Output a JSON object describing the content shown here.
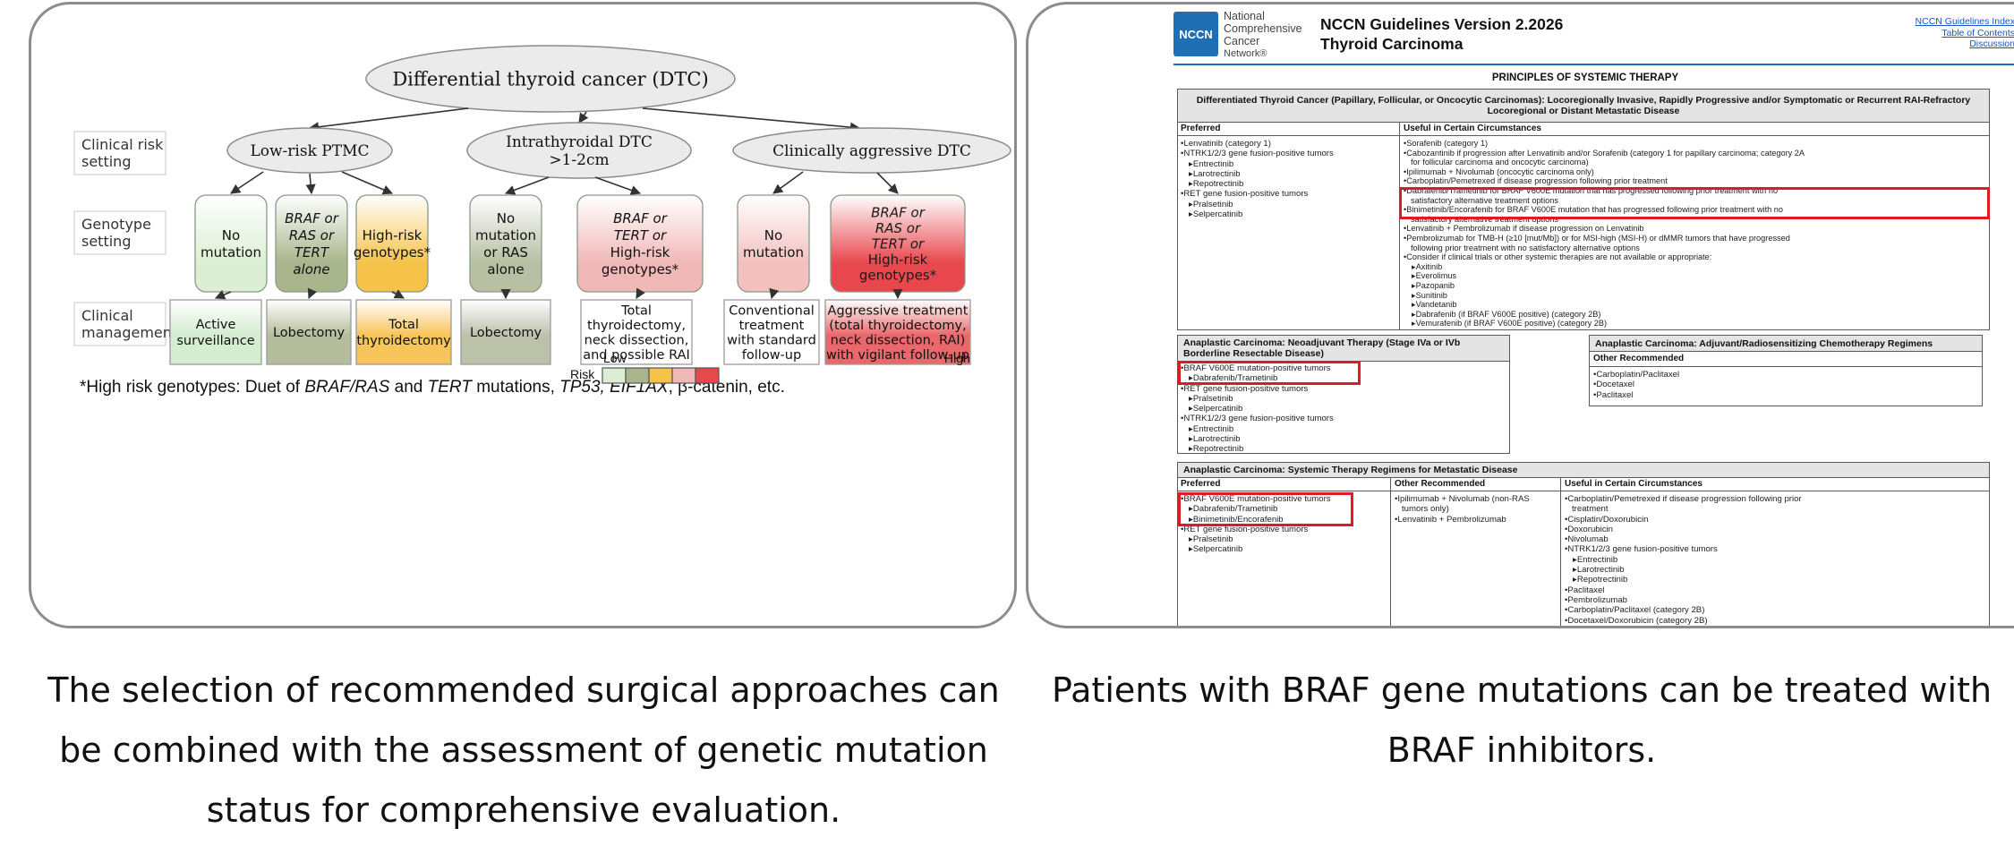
{
  "flowchart": {
    "root": "Differential thyroid cancer (DTC)",
    "row_labels": {
      "clinical_risk": [
        "Clinical risk",
        "setting"
      ],
      "genotype": [
        "Genotype",
        "setting"
      ],
      "management": [
        "Clinical",
        "management"
      ]
    },
    "risk_groups": [
      {
        "lines": [
          "Low-risk PTMC"
        ]
      },
      {
        "lines": [
          "Intrathyroidal DTC",
          ">1-2cm"
        ]
      },
      {
        "lines": [
          "Clinically aggressive DTC"
        ]
      }
    ],
    "genotypes": [
      {
        "lines": [
          "No",
          "mutation"
        ],
        "italic": [],
        "color": "#dcefd4"
      },
      {
        "lines": [
          "BRAF or",
          "RAS or",
          "TERT",
          "alone"
        ],
        "italic": [
          0,
          1,
          2,
          3
        ],
        "color": "#a9b58c"
      },
      {
        "lines": [
          "High-risk",
          "genotypes*"
        ],
        "italic": [],
        "color": "#f6c34a"
      },
      {
        "lines": [
          "No",
          "mutation",
          "or RAS",
          "alone"
        ],
        "italic": [],
        "color": "#b8bfa2"
      },
      {
        "lines": [
          "BRAF or",
          "TERT or",
          "High-risk",
          "genotypes*"
        ],
        "italic": [
          0,
          1
        ],
        "color": "#f1b8b8"
      },
      {
        "lines": [
          "No",
          "mutation"
        ],
        "italic": [],
        "color": "#f3c0c0"
      },
      {
        "lines": [
          "BRAF or",
          "RAS or",
          "TERT or",
          "High-risk",
          "genotypes*"
        ],
        "italic": [
          0,
          1,
          2
        ],
        "color": "#e8474d"
      }
    ],
    "managements": [
      {
        "lines": [
          "Active",
          "surveillance"
        ],
        "color": "#d4ecd0"
      },
      {
        "lines": [
          "Lobectomy"
        ],
        "color": "#b6bd9c"
      },
      {
        "lines": [
          "Total",
          "thyroidectomy"
        ],
        "color": "#f7c45a"
      },
      {
        "lines": [
          "Lobectomy"
        ],
        "color": "#bcc1aa"
      },
      {
        "lines": [
          "Total",
          "thyroidectomy,",
          "neck dissection,",
          "and possible RAI"
        ],
        "color": "#ffffff"
      },
      {
        "lines": [
          "Conventional",
          "treatment",
          "with standard",
          "follow-up"
        ],
        "color": "#ffffff"
      },
      {
        "lines": [
          "Aggressive treatment",
          "(total thyroidectomy,",
          "neck dissection, RAI)",
          "with vigilant follow-up"
        ],
        "color": "#e8686c"
      }
    ],
    "footnote_parts": [
      {
        "t": "*High risk genotypes: Duet of ",
        "i": false
      },
      {
        "t": "BRAF/RAS",
        "i": true
      },
      {
        "t": " and ",
        "i": false
      },
      {
        "t": "TERT",
        "i": true
      },
      {
        "t": " mutations, ",
        "i": false
      },
      {
        "t": "TP53, EIF1AX",
        "i": true
      },
      {
        "t": ", β-catenin, etc.",
        "i": false
      }
    ],
    "legend": {
      "low": "Low",
      "high": "High",
      "risk": "Risk",
      "colors": [
        "#dcefd4",
        "#a9b58c",
        "#f6c34a",
        "#f1b8b8",
        "#e8474d"
      ]
    }
  },
  "guideline": {
    "logo": "NCCN",
    "org_lines": [
      "National",
      "Comprehensive",
      "Cancer",
      "Network®"
    ],
    "title": "NCCN Guidelines Version 2.2026",
    "subtitle": "Thyroid Carcinoma",
    "links": [
      "NCCN Guidelines Index",
      "Table of Contents",
      "Discussion"
    ],
    "section_title": "PRINCIPLES OF SYSTEMIC THERAPY",
    "dtc_header": "Differentiated Thyroid Cancer (Papillary, Follicular, or Oncocytic Carcinomas): Locoregionally Invasive, Rapidly Progressive and/or Symptomatic or Recurrent RAI-Refractory Locoregional or Distant Metastatic Disease",
    "col_preferred": "Preferred",
    "col_useful": "Useful in Certain Circumstances",
    "col_other": "Other Recommended",
    "dtc_preferred": [
      {
        "t": "Lenvatinib (category 1)",
        "s": false
      },
      {
        "t": "NTRK1/2/3 gene fusion-positive tumors",
        "s": false
      },
      {
        "t": "Entrectinib",
        "s": true
      },
      {
        "t": "Larotrectinib",
        "s": true
      },
      {
        "t": "Repotrectinib",
        "s": true
      },
      {
        "t": "RET gene fusion-positive tumors",
        "s": false
      },
      {
        "t": "Pralsetinib",
        "s": true
      },
      {
        "t": "Selpercatinib",
        "s": true
      }
    ],
    "dtc_useful": [
      {
        "t": "Sorafenib (category 1)",
        "s": false
      },
      {
        "t": "Cabozantinib if progression after Lenvatinib and/or Sorafenib (category 1 for papillary carcinoma; category 2A",
        "s": false
      },
      {
        "t": "   for follicular carcinoma and oncocytic carcinoma)",
        "s": false
      },
      {
        "t": "Ipilimumab + Nivolumab (oncocytic carcinoma only)",
        "s": false
      },
      {
        "t": "Carboplatin/Pemetrexed if disease progression following prior treatment",
        "s": false
      },
      {
        "t": "Dabrafenib/Trametinib for BRAF V600E mutation that has progressed following prior treatment with no",
        "s": false
      },
      {
        "t": "   satisfactory alternative treatment options",
        "s": false
      },
      {
        "t": "Binimetinib/Encorafenib for BRAF V600E mutation that has progressed following prior treatment with no",
        "s": false
      },
      {
        "t": "   satisfactory alternative treatment options",
        "s": false
      },
      {
        "t": "Lenvatinib + Pembrolizumab if disease progression on Lenvatinib",
        "s": false
      },
      {
        "t": "Pembrolizumab for TMB-H (≥10 [mut/Mb]) or for MSI-high (MSI-H) or dMMR tumors that have progressed",
        "s": false
      },
      {
        "t": "   following prior treatment with no satisfactory alternative options",
        "s": false
      },
      {
        "t": "Consider if clinical trials or other systemic therapies are not available or appropriate:",
        "s": false
      },
      {
        "t": "Axitinib",
        "s": true
      },
      {
        "t": "Everolimus",
        "s": true
      },
      {
        "t": "Pazopanib",
        "s": true
      },
      {
        "t": "Sunitinib",
        "s": true
      },
      {
        "t": "Vandetanib",
        "s": true
      },
      {
        "t": "Dabrafenib (if BRAF V600E positive) (category 2B)",
        "s": true
      },
      {
        "t": "Vemurafenib (if BRAF V600E positive) (category 2B)",
        "s": true
      }
    ],
    "neo_header": "Anaplastic Carcinoma: Neoadjuvant Therapy (Stage IVa or IVb Borderline Resectable Disease)",
    "neo_items": [
      {
        "t": "BRAF V600E mutation-positive tumors",
        "s": false
      },
      {
        "t": "Dabrafenib/Trametinib",
        "s": true
      },
      {
        "t": "RET gene fusion-positive tumors",
        "s": false
      },
      {
        "t": "Pralsetinib",
        "s": true
      },
      {
        "t": "Selpercatinib",
        "s": true
      },
      {
        "t": "NTRK1/2/3 gene fusion-positive tumors",
        "s": false
      },
      {
        "t": "Entrectinib",
        "s": true
      },
      {
        "t": "Larotrectinib",
        "s": true
      },
      {
        "t": "Repotrectinib",
        "s": true
      }
    ],
    "adj_header": "Anaplastic Carcinoma: Adjuvant/Radiosensitizing Chemotherapy Regimens",
    "adj_items": [
      {
        "t": "Carboplatin/Paclitaxel",
        "s": false
      },
      {
        "t": "Docetaxel",
        "s": false
      },
      {
        "t": "Paclitaxel",
        "s": false
      }
    ],
    "met_header": "Anaplastic Carcinoma: Systemic Therapy Regimens for Metastatic Disease",
    "met_preferred": [
      {
        "t": "BRAF V600E mutation-positive tumors",
        "s": false
      },
      {
        "t": "Dabrafenib/Trametinib",
        "s": true
      },
      {
        "t": "Binimetinib/Encorafenib",
        "s": true
      },
      {
        "t": "RET gene fusion-positive tumors",
        "s": false
      },
      {
        "t": "Pralsetinib",
        "s": true
      },
      {
        "t": "Selpercatinib",
        "s": true
      }
    ],
    "met_other": [
      {
        "t": "Ipilimumab + Nivolumab (non-RAS",
        "s": false
      },
      {
        "t": "   tumors only)",
        "s": false
      },
      {
        "t": "Lenvatinib + Pembrolizumab",
        "s": false
      }
    ],
    "met_useful": [
      {
        "t": "Carboplatin/Pemetrexed if disease progression following prior",
        "s": false
      },
      {
        "t": "   treatment",
        "s": false
      },
      {
        "t": "Cisplatin/Doxorubicin",
        "s": false
      },
      {
        "t": "Doxorubicin",
        "s": false
      },
      {
        "t": "Nivolumab",
        "s": false
      },
      {
        "t": "NTRK1/2/3 gene fusion-positive tumors",
        "s": false
      },
      {
        "t": "Entrectinib",
        "s": true
      },
      {
        "t": "Larotrectinib",
        "s": true
      },
      {
        "t": "Repotrectinib",
        "s": true
      },
      {
        "t": "Paclitaxel",
        "s": false
      },
      {
        "t": "Pembrolizumab",
        "s": false
      },
      {
        "t": "Carboplatin/Paclitaxel (category 2B)",
        "s": false
      },
      {
        "t": "Docetaxel/Doxorubicin (category 2B)",
        "s": false
      }
    ]
  },
  "captions": {
    "left": "The selection of recommended surgical approaches can be combined with the assessment of genetic mutation status for comprehensive evaluation.",
    "right": "Patients with BRAF gene mutations can be treated with BRAF inhibitors."
  },
  "colors": {
    "highlight_red": "#e01a22",
    "nccn_blue": "#1f6fb4",
    "link_blue": "#1a56c4"
  }
}
